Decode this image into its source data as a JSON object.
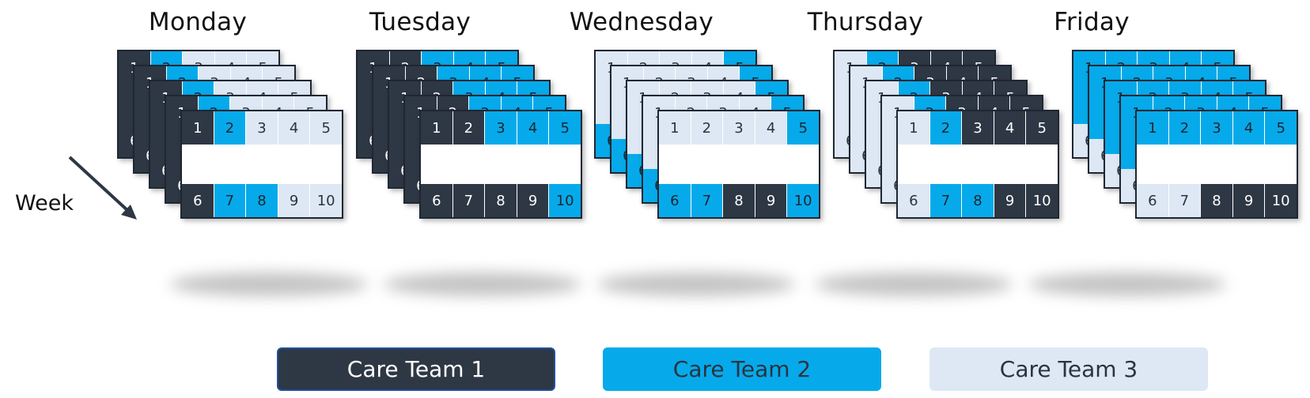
{
  "colors": {
    "care_team_1": "#2e3744",
    "care_team_2": "#06aaea",
    "care_team_3": "#dde8f4"
  },
  "week_label": "Week",
  "days": [
    {
      "name": "Monday",
      "front_top": [
        {
          "n": "1",
          "team": 1
        },
        {
          "n": "2",
          "team": 2
        },
        {
          "n": "3",
          "team": 3
        },
        {
          "n": "4",
          "team": 3
        },
        {
          "n": "5",
          "team": 3
        }
      ],
      "front_bottom": [
        {
          "n": "6",
          "team": 1
        },
        {
          "n": "7",
          "team": 2
        },
        {
          "n": "8",
          "team": 2
        },
        {
          "n": "9",
          "team": 3
        },
        {
          "n": "10",
          "team": 3
        }
      ],
      "back_left_team": 1
    },
    {
      "name": "Tuesday",
      "front_top": [
        {
          "n": "1",
          "team": 1
        },
        {
          "n": "2",
          "team": 1
        },
        {
          "n": "3",
          "team": 2
        },
        {
          "n": "4",
          "team": 2
        },
        {
          "n": "5",
          "team": 2
        }
      ],
      "front_bottom": [
        {
          "n": "6",
          "team": 1
        },
        {
          "n": "7",
          "team": 1
        },
        {
          "n": "8",
          "team": 1
        },
        {
          "n": "9",
          "team": 1
        },
        {
          "n": "10",
          "team": 2
        }
      ],
      "back_left_team": 1
    },
    {
      "name": "Wednesday",
      "front_top": [
        {
          "n": "1",
          "team": 3
        },
        {
          "n": "2",
          "team": 3
        },
        {
          "n": "3",
          "team": 3
        },
        {
          "n": "4",
          "team": 3
        },
        {
          "n": "5",
          "team": 2
        }
      ],
      "front_bottom": [
        {
          "n": "6",
          "team": 2
        },
        {
          "n": "7",
          "team": 2
        },
        {
          "n": "8",
          "team": 1
        },
        {
          "n": "9",
          "team": 1
        },
        {
          "n": "10",
          "team": 2
        }
      ],
      "back_left_team": 3
    },
    {
      "name": "Thursday",
      "front_top": [
        {
          "n": "1",
          "team": 3
        },
        {
          "n": "2",
          "team": 2
        },
        {
          "n": "3",
          "team": 1
        },
        {
          "n": "4",
          "team": 1
        },
        {
          "n": "5",
          "team": 1
        }
      ],
      "front_bottom": [
        {
          "n": "6",
          "team": 3
        },
        {
          "n": "7",
          "team": 2
        },
        {
          "n": "8",
          "team": 2
        },
        {
          "n": "9",
          "team": 1
        },
        {
          "n": "10",
          "team": 1
        }
      ],
      "back_left_team": 3
    },
    {
      "name": "Friday",
      "front_top": [
        {
          "n": "1",
          "team": 2
        },
        {
          "n": "2",
          "team": 2
        },
        {
          "n": "3",
          "team": 2
        },
        {
          "n": "4",
          "team": 2
        },
        {
          "n": "5",
          "team": 2
        }
      ],
      "front_bottom": [
        {
          "n": "6",
          "team": 3
        },
        {
          "n": "7",
          "team": 3
        },
        {
          "n": "8",
          "team": 1
        },
        {
          "n": "9",
          "team": 1
        },
        {
          "n": "10",
          "team": 1
        }
      ],
      "back_left_team": 2
    }
  ],
  "legend": [
    {
      "label": "Care Team 1",
      "team": 1
    },
    {
      "label": "Care Team 2",
      "team": 2
    },
    {
      "label": "Care Team 3",
      "team": 3
    }
  ]
}
